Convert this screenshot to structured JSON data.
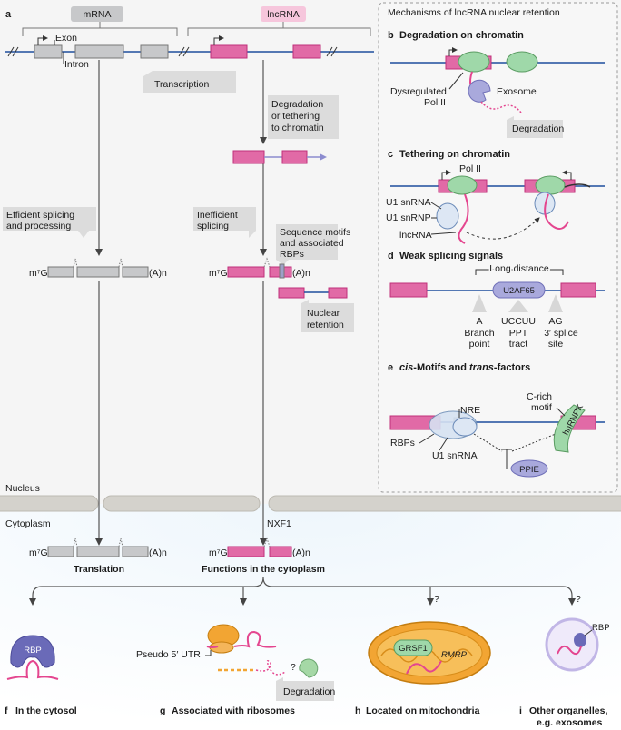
{
  "colors": {
    "nucleus_bg": "#f4f4f4",
    "cytoplasm_bg": "#e8f3fb",
    "lnc": "#e4468f",
    "lnc_fill": "#e16aa6",
    "grey_exon": "#c7c8ca",
    "line_blue": "#1f4e9d",
    "pol2": "#9fd8a9",
    "exosome": "#a9a9dc",
    "mito": "#f2a533"
  },
  "panel_a": {
    "letter": "a",
    "mrna_label": "mRNA",
    "lncrna_label": "lncRNA",
    "exon": "Exon",
    "intron": "Intron",
    "transcription": "Transcription",
    "degradation_tethering": [
      "Degradation",
      "or tethering",
      "to chromatin"
    ],
    "efficient_splicing": [
      "Efficient splicing",
      "and processing"
    ],
    "inefficient_splicing": [
      "Inefficient",
      "splicing"
    ],
    "sequence_motifs": [
      "Sequence motifs",
      "and associated",
      "RBPs"
    ],
    "nuclear_retention": [
      "Nuclear",
      "retention"
    ],
    "m7g": "m⁷G",
    "polya": "(A)n",
    "nucleus": "Nucleus",
    "cytoplasm": "Cytoplasm",
    "nxf1": "NXF1",
    "translation": "Translation",
    "functions": "Functions in the cytoplasm"
  },
  "mechanisms": {
    "title": "Mechanisms  of lncRNA nuclear retention",
    "b": {
      "letter": "b",
      "title": "Degradation on chromatin",
      "dysregulated": "Dysregulated",
      "pol2": "Pol II",
      "exosome": "Exosome",
      "degradation": "Degradation"
    },
    "c": {
      "letter": "c",
      "title": "Tethering on chromatin",
      "pol2": "Pol II",
      "u1snrna": "U1 snRNA",
      "u1snrnp": "U1 snRNP",
      "lncrna": "lncRNA"
    },
    "d": {
      "letter": "d",
      "title": "Weak splicing signals",
      "long_distance": "Long distance",
      "u2af65": "U2AF65",
      "a": "A",
      "branch": "Branch",
      "point": "point",
      "uccuu": "UCCUU",
      "ppt": "PPT",
      "tract": "tract",
      "ag": "AG",
      "splice": "3′ splice",
      "site": "site"
    },
    "e": {
      "letter": "e",
      "title_cis": "cis",
      "title_mid": "-Motifs and ",
      "title_trans": "trans",
      "title_end": "-factors",
      "nre": "NRE",
      "crich": "C-rich",
      "motif": "motif",
      "hnrnpk": "hnRNPK",
      "rbps": "RBPs",
      "u1snrna": "U1 snRNA",
      "ppie": "PPIE"
    }
  },
  "bottom": {
    "rbp": "RBP",
    "pseudo_utr": "Pseudo 5′ UTR",
    "question": "?",
    "degradation": "Degradation",
    "grsf1": "GRSF1",
    "rmrp": "RMRP",
    "rbp2": "RBP",
    "f_letter": "f",
    "f_label": "In the cytosol",
    "g_letter": "g",
    "g_label": "Associated with ribosomes",
    "h_letter": "h",
    "h_label": "Located on mitochondria",
    "i_letter": "i",
    "i_label1": "Other organelles,",
    "i_label2": "e.g. exosomes"
  }
}
